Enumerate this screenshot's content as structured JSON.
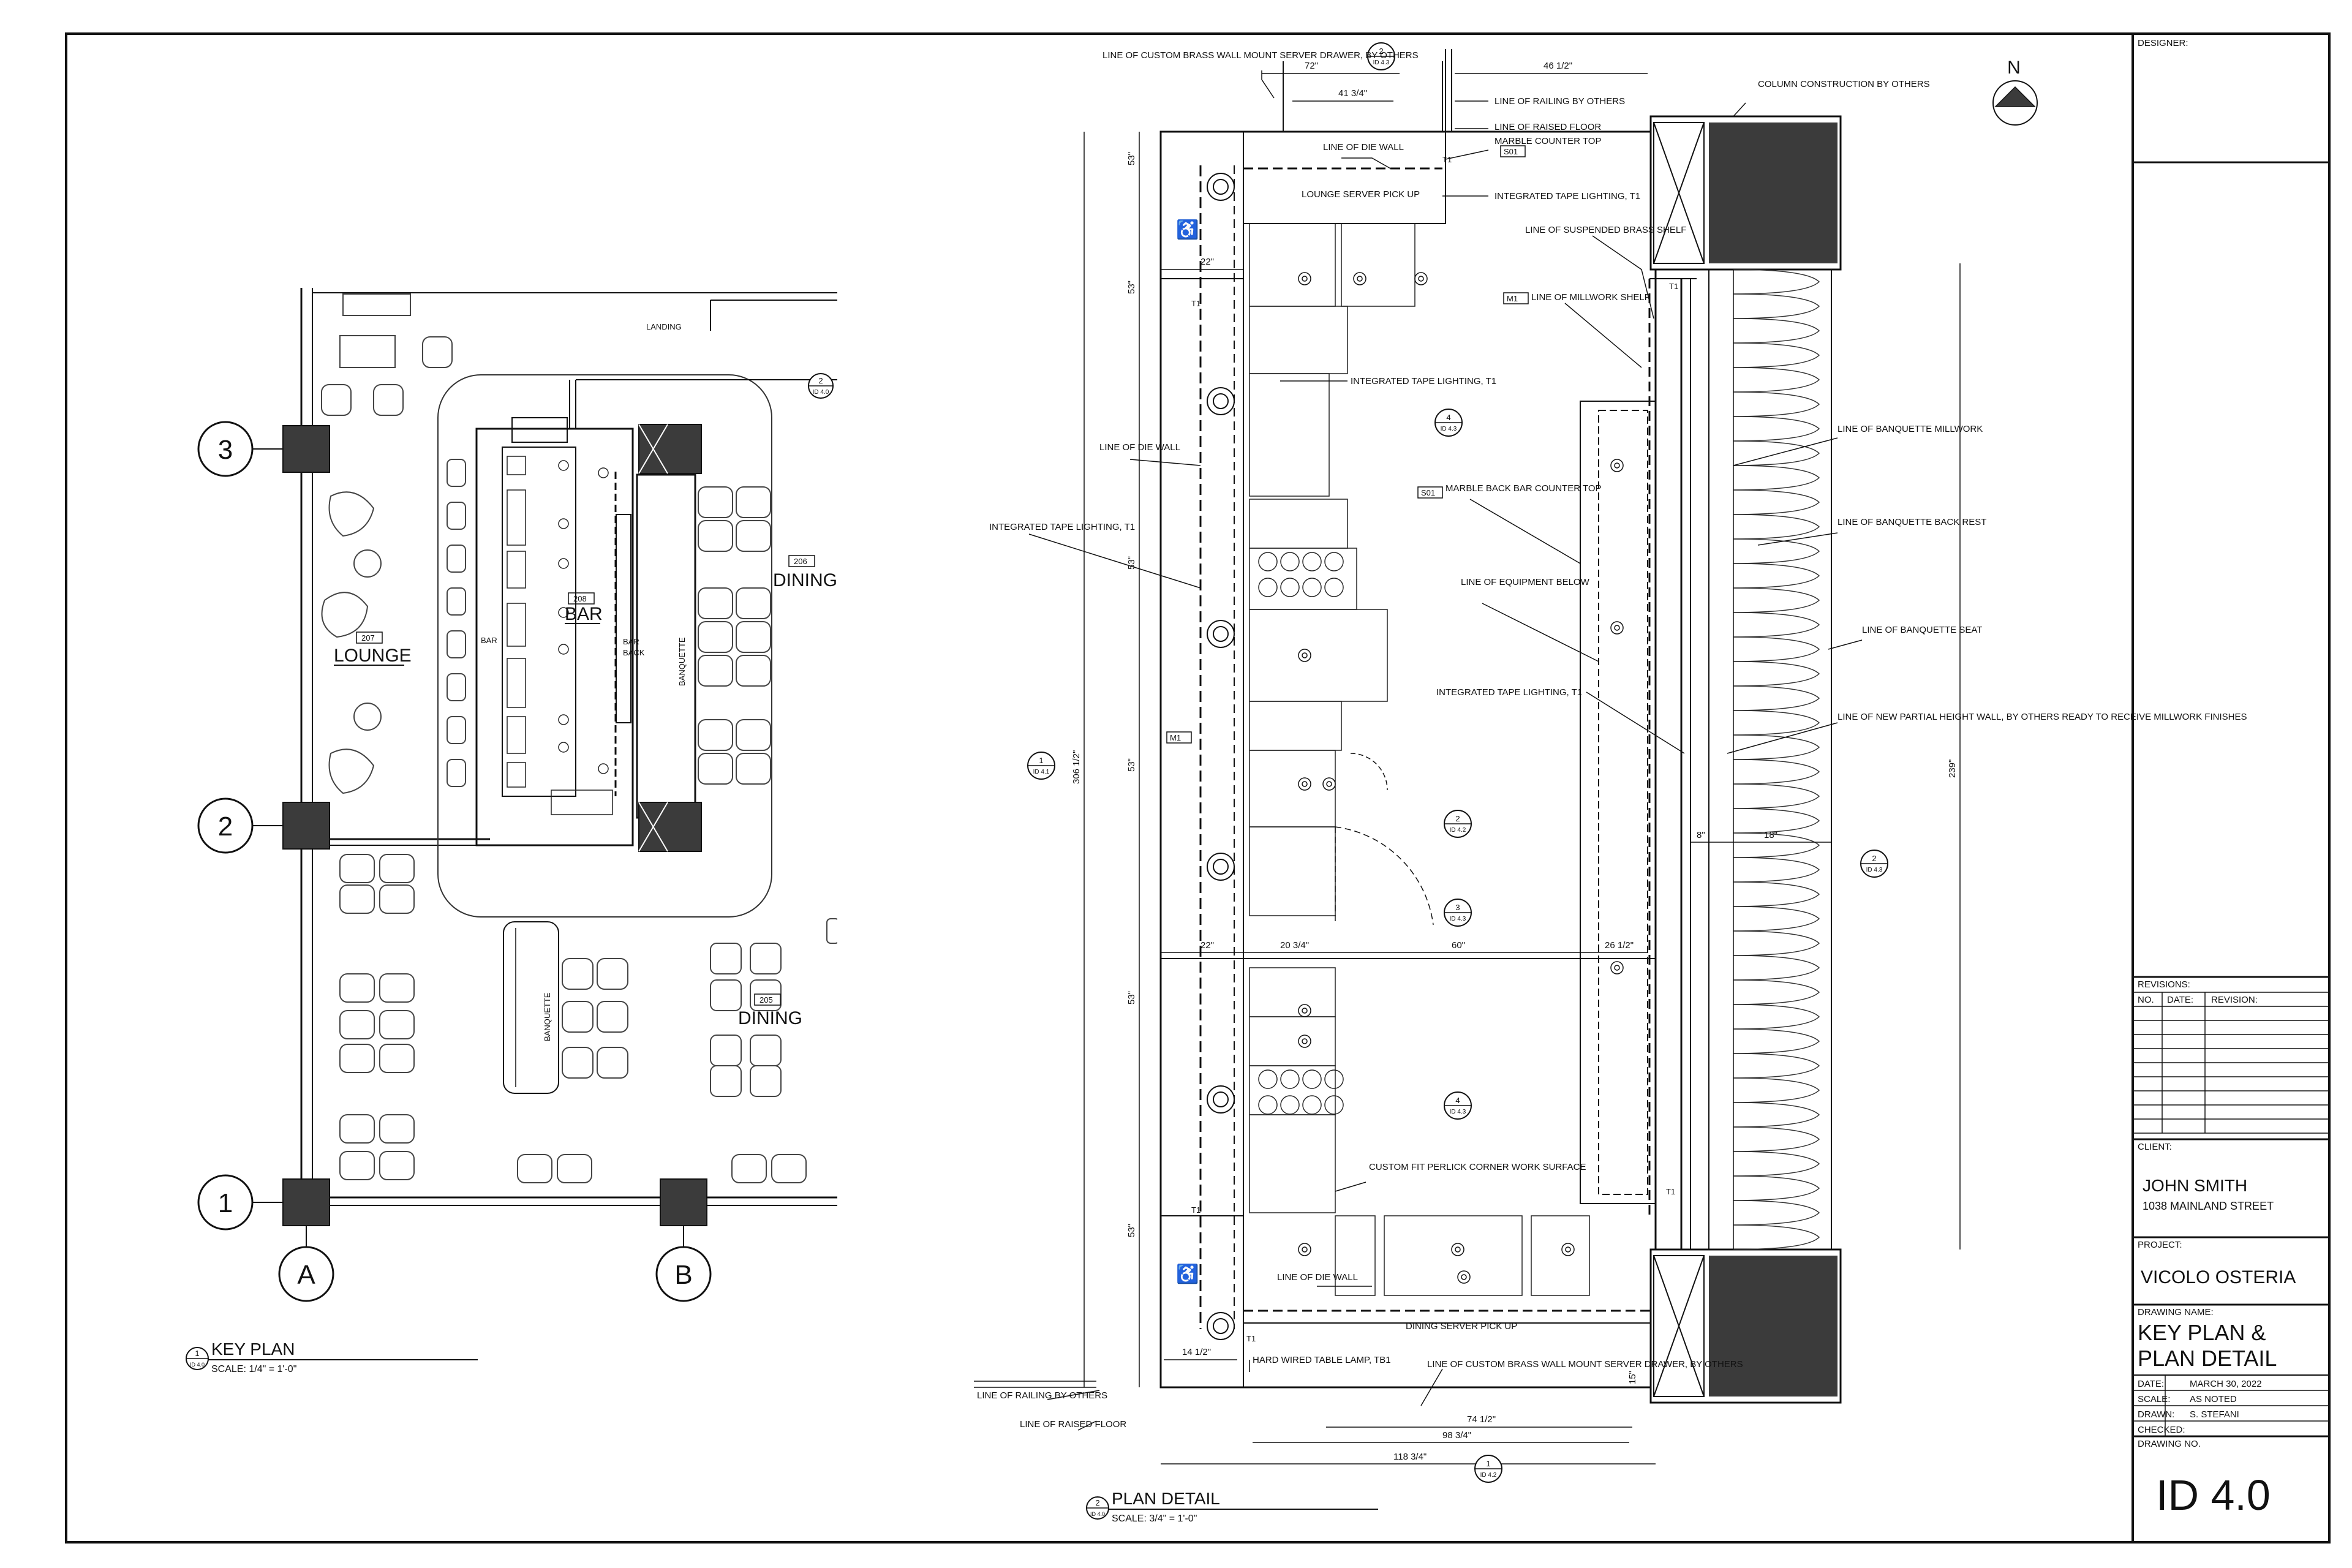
{
  "key_plan": {
    "title": "KEY PLAN",
    "scale": "SCALE: 1/4\" = 1'-0\"",
    "detail_num": "1",
    "detail_sheet": "ID 4.0",
    "grid_rows": [
      "3",
      "2",
      "1"
    ],
    "grid_cols": [
      "A",
      "B"
    ],
    "rooms": [
      {
        "num": "207",
        "name": "LOUNGE"
      },
      {
        "num": "208",
        "name": "BAR"
      },
      {
        "num": "206",
        "name": "DINING"
      },
      {
        "num": "205",
        "name": "DINING"
      }
    ],
    "labels": {
      "landing": "LANDING",
      "bar": "BAR",
      "bar_back_1": "BAR",
      "bar_back_2": "BACK",
      "banquette_1": "BANQUETTE",
      "banquette_2": "BANQUETTE",
      "callout_num": "2",
      "callout_sheet": "ID 4.0"
    }
  },
  "plan_detail": {
    "title": "PLAN DETAIL",
    "scale": "SCALE: 3/4\" = 1'-0\"",
    "detail_num": "2",
    "detail_sheet": "ID 4.0",
    "north": "N",
    "notes": {
      "brass_drawer_top": "LINE OF CUSTOM BRASS WALL MOUNT SERVER DRAWER, BY OTHERS",
      "railing_top": "LINE OF RAILING BY OTHERS",
      "raised_floor_top": "LINE OF RAISED FLOOR",
      "die_wall_top": "LINE OF DIE WALL",
      "marble_top": "MARBLE COUNTER TOP",
      "lounge_pickup": "LOUNGE SERVER PICK UP",
      "tape_lighting_top": "INTEGRATED TAPE LIGHTING, T1",
      "column_construction": "COLUMN CONSTRUCTION BY OTHERS",
      "brass_shelf": "LINE OF SUSPENDED BRASS SHELF",
      "millwork_shelf": "LINE OF MILLWORK SHELF",
      "tape_lighting_mid": "INTEGRATED TAPE LIGHTING, T1",
      "die_wall_left": "LINE OF DIE WALL",
      "tape_lighting_left": "INTEGRATED TAPE LIGHTING, T1",
      "marble_back_bar": "MARBLE BACK BAR COUNTER TOP",
      "equipment_below": "LINE OF EQUIPMENT BELOW",
      "tape_lighting_right": "INTEGRATED TAPE LIGHTING, T1",
      "banquette_millwork": "LINE OF BANQUETTE MILLWORK",
      "banquette_back": "LINE OF BANQUETTE BACK REST",
      "banquette_seat": "LINE OF BANQUETTE SEAT",
      "partial_wall": "LINE OF NEW PARTIAL HEIGHT WALL, BY OTHERS READY TO RECEIVE MILLWORK FINISHES",
      "perlick": "CUSTOM FIT PERLICK CORNER WORK SURFACE",
      "die_wall_bottom": "LINE OF DIE WALL",
      "dining_pickup": "DINING SERVER PICK UP",
      "hard_wired": "HARD WIRED TABLE LAMP, TB1",
      "brass_drawer_bottom": "LINE OF CUSTOM BRASS WALL MOUNT SERVER DRAWER, BY OTHERS",
      "railing_bottom": "LINE OF RAILING BY OTHERS",
      "raised_floor_bottom": "LINE OF RAISED FLOOR"
    },
    "dims": {
      "top_72": "72\"",
      "top_41": "41 3/4\"",
      "top_46": "46 1/2\"",
      "left_22a": "22\"",
      "left_22b": "22\"",
      "mid_20": "20 3/4\"",
      "mid_60": "60\"",
      "mid_26": "26 1/2\"",
      "right_8": "8\"",
      "right_18": "18\"",
      "right_239": "239\"",
      "overall_306": "306 1/2\"",
      "v_53a": "53\"",
      "v_53b": "53\"",
      "v_53c": "53\"",
      "v_53d": "53\"",
      "v_53e": "53\"",
      "v_53f": "53\"",
      "bot_74": "74 1/2\"",
      "bot_98": "98 3/4\"",
      "bot_118": "118 3/4\"",
      "bot_14": "14 1/2\"",
      "bot_15": "15\""
    },
    "tags": {
      "t1": "T1",
      "s01": "S01",
      "m1": "M1"
    },
    "callouts": [
      {
        "num": "2",
        "sheet": "ID 4.3"
      },
      {
        "num": "4",
        "sheet": "ID 4.3"
      },
      {
        "num": "1",
        "sheet": "ID 4.1"
      },
      {
        "num": "2",
        "sheet": "ID 4.2"
      },
      {
        "num": "3",
        "sheet": "ID 4.3"
      },
      {
        "num": "4",
        "sheet": "ID 4.3"
      },
      {
        "num": "2",
        "sheet": "ID 4.3"
      },
      {
        "num": "1",
        "sheet": "ID 4.2"
      }
    ]
  },
  "title_block": {
    "designer_label": "DESIGNER:",
    "revisions_label": "REVISIONS:",
    "rev_cols": [
      "NO.",
      "DATE:",
      "REVISION:"
    ],
    "client_label": "CLIENT:",
    "client_name": "JOHN SMITH",
    "client_address": "1038 MAINLAND STREET",
    "project_label": "PROJECT:",
    "project_name": "VICOLO OSTERIA",
    "drawing_name_label": "DRAWING NAME:",
    "drawing_name_1": "KEY PLAN &",
    "drawing_name_2": "PLAN DETAIL",
    "date_label": "DATE:",
    "date_value": "MARCH 30, 2022",
    "scale_label": "SCALE:",
    "scale_value": "AS NOTED",
    "drawn_label": "DRAWN:",
    "drawn_value": "S. STEFANI",
    "checked_label": "CHECKED:",
    "checked_value": "",
    "drawing_no_label": "DRAWING NO.",
    "drawing_no": "ID 4.0"
  }
}
